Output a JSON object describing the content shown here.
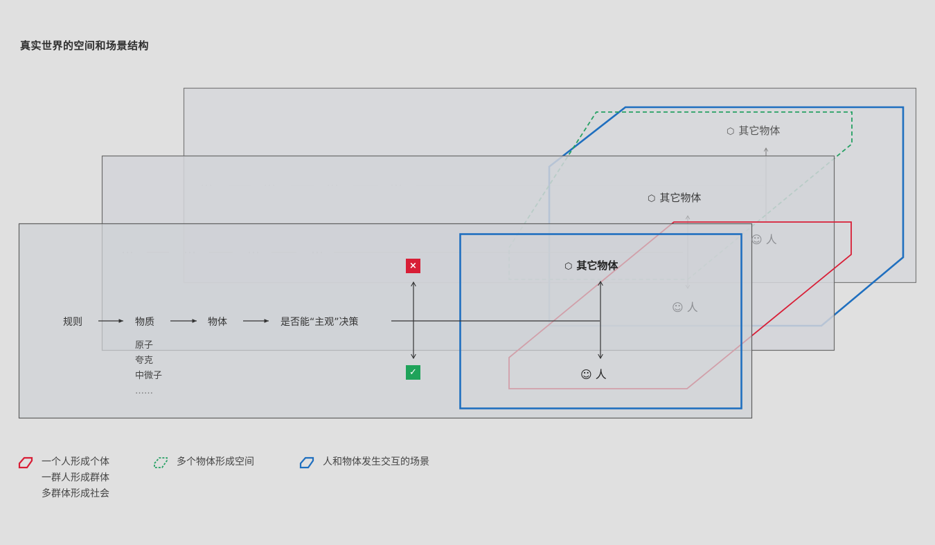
{
  "title": "真实世界的空间和场景结构",
  "colors": {
    "background": "#e0e0e0",
    "layer_fill": "#d4d5d9",
    "layer_stroke": "#6a6a6a",
    "individual_red": "#d81e36",
    "space_green": "#25a063",
    "scene_blue": "#1f6fbf",
    "reject_red": "#d81e36",
    "accept_green": "#1fa35a"
  },
  "flow": {
    "steps": [
      "规则",
      "物质",
      "物体",
      "是否能“主观”决策"
    ],
    "matter_examples": [
      "原子",
      "夸克",
      "中微子",
      "……"
    ]
  },
  "decision": {
    "no_icon": "×",
    "yes_icon": "✓"
  },
  "layers": {
    "front": {
      "object_label": "其它物体",
      "person_label": "人"
    },
    "middle": {
      "object_label": "其它物体",
      "person_label": "人"
    },
    "back": {
      "object_label": "其它物体",
      "person_label": "人"
    },
    "placeholder": "··· —— ··· —— ··· —— ···"
  },
  "icons": {
    "object": "⬡",
    "person": "☺"
  },
  "legend": [
    {
      "shape": "red-hexagon-icon",
      "lines": [
        "一个人形成个体",
        "一群人形成群体",
        "多群体形成社会"
      ]
    },
    {
      "shape": "green-dashed-hexagon-icon",
      "lines": [
        "多个物体形成空间"
      ]
    },
    {
      "shape": "blue-hexagon-icon",
      "lines": [
        "人和物体发生交互的场景"
      ]
    }
  ]
}
